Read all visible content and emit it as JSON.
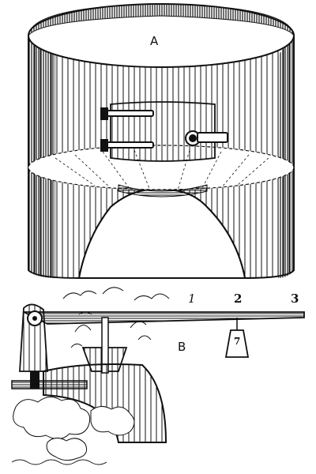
{
  "figure_a": {
    "label": "A"
  },
  "figure_b": {
    "label": "B",
    "lever_marks": [
      "1",
      "2",
      "3"
    ],
    "weight_label": "7"
  },
  "colors": {
    "ink": "#111111",
    "paper": "#ffffff"
  }
}
